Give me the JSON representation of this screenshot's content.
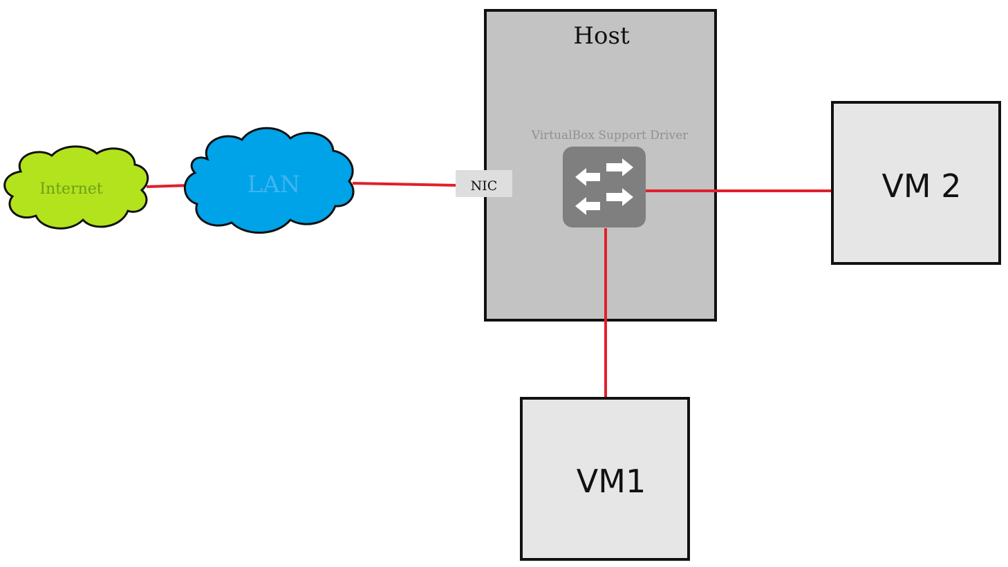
{
  "diagram": {
    "host": {
      "label": "Host"
    },
    "driver": {
      "label": "VirtualBox Support Driver",
      "icon": "network-switch-icon"
    },
    "nic": {
      "label": "NIC"
    },
    "internet": {
      "label": "Internet",
      "color": "#b3e31c"
    },
    "lan": {
      "label": "LAN",
      "color": "#00a2e8"
    },
    "vm1": {
      "label": "VM1"
    },
    "vm2": {
      "label": "VM 2"
    },
    "link_color": "#e0202a"
  }
}
